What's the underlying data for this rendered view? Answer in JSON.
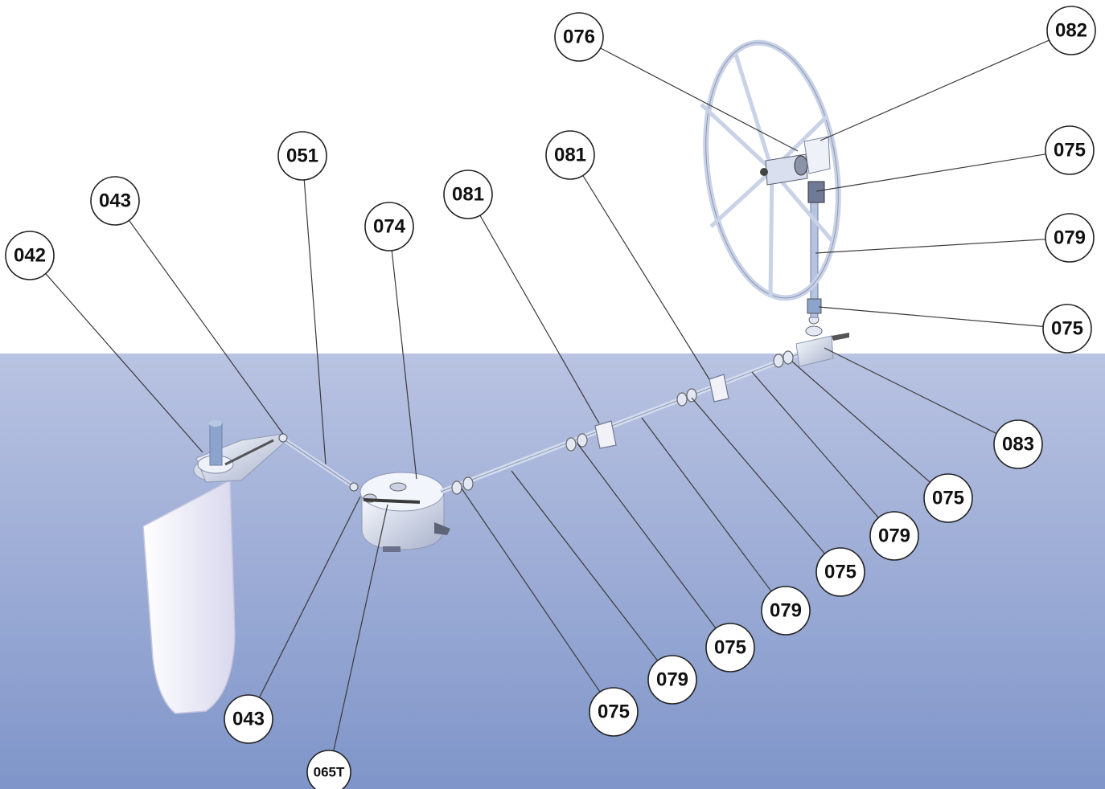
{
  "callouts": [
    {
      "id": "c01",
      "label": "076"
    },
    {
      "id": "c02",
      "label": "082"
    },
    {
      "id": "c03",
      "label": "075"
    },
    {
      "id": "c04",
      "label": "079"
    },
    {
      "id": "c05",
      "label": "075"
    },
    {
      "id": "c06",
      "label": "051"
    },
    {
      "id": "c07",
      "label": "081"
    },
    {
      "id": "c08",
      "label": "081"
    },
    {
      "id": "c09",
      "label": "043"
    },
    {
      "id": "c10",
      "label": "074"
    },
    {
      "id": "c11",
      "label": "042"
    },
    {
      "id": "c12",
      "label": "083"
    },
    {
      "id": "c13",
      "label": "075"
    },
    {
      "id": "c14",
      "label": "079"
    },
    {
      "id": "c15",
      "label": "075"
    },
    {
      "id": "c16",
      "label": "079"
    },
    {
      "id": "c17",
      "label": "075"
    },
    {
      "id": "c18",
      "label": "079"
    },
    {
      "id": "c19",
      "label": "075"
    },
    {
      "id": "c20",
      "label": "043"
    },
    {
      "id": "c21",
      "label": "065T"
    }
  ],
  "colors": {
    "sea_top": "#b9c3e2",
    "sea_bottom": "#7f95c9",
    "metal": "#e8ecf6",
    "metal_shade": "#9aa6c2",
    "rudder": "#ecebf7",
    "leader": "#3a3a3a"
  }
}
